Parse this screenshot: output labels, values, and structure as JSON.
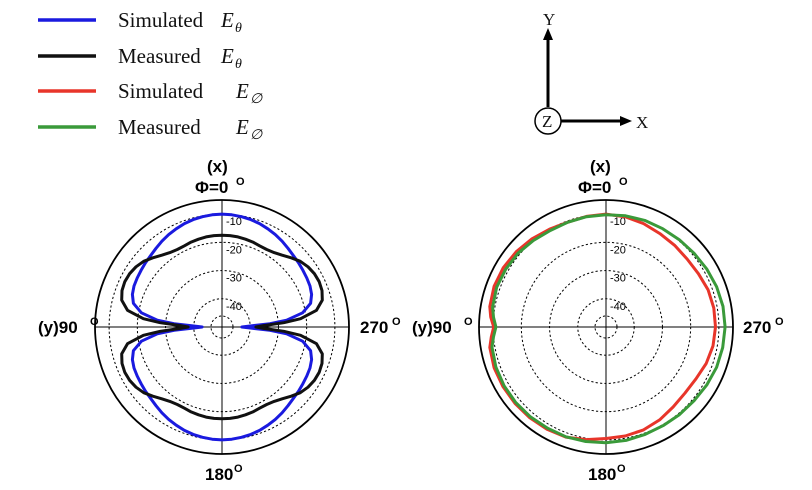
{
  "legend": [
    {
      "label": "Simulated",
      "symbol": "E",
      "subscript": "θ",
      "color": "#1a1adf"
    },
    {
      "label": "Measured",
      "symbol": "E",
      "subscript": "θ",
      "color": "#111111"
    },
    {
      "label": "Simulated",
      "symbol": "E",
      "subscript": "∅",
      "color": "#e8352a"
    },
    {
      "label": "Measured",
      "symbol": "E",
      "subscript": "∅",
      "color": "#3a9a3a"
    }
  ],
  "axes_glyph": {
    "y_label": "Y",
    "x_label": "X",
    "z_label": "Z"
  },
  "chart_data": [
    {
      "type": "polar",
      "top_label": "(x)",
      "top_angle": "Φ=0",
      "left_label": "(y)90",
      "right_label": "270",
      "bottom_label": "180",
      "degree_mark": "O",
      "rings": [
        "-10",
        "-20",
        "-30",
        "-40"
      ],
      "r_range": [
        -50,
        -5
      ],
      "series": [
        {
          "key": "sim_theta",
          "color": "#1a1adf",
          "points": [
            [
              0,
              -10
            ],
            [
              5,
              -10.1
            ],
            [
              10,
              -10.3
            ],
            [
              15,
              -10.6
            ],
            [
              20,
              -11
            ],
            [
              25,
              -11.6
            ],
            [
              30,
              -12.2
            ],
            [
              35,
              -12.9
            ],
            [
              40,
              -13.6
            ],
            [
              45,
              -14.2
            ],
            [
              50,
              -14.6
            ],
            [
              55,
              -15
            ],
            [
              60,
              -15.3
            ],
            [
              65,
              -15.6
            ],
            [
              70,
              -16.2
            ],
            [
              75,
              -17.5
            ],
            [
              80,
              -21
            ],
            [
              84,
              -27
            ],
            [
              86,
              -33
            ],
            [
              88,
              -40
            ],
            [
              90,
              -43
            ],
            [
              92,
              -40
            ],
            [
              94,
              -33
            ],
            [
              96,
              -27
            ],
            [
              100,
              -21
            ],
            [
              105,
              -17.5
            ],
            [
              110,
              -16.2
            ],
            [
              115,
              -15.6
            ],
            [
              120,
              -15.3
            ],
            [
              125,
              -15
            ],
            [
              130,
              -14.6
            ],
            [
              135,
              -14.2
            ],
            [
              140,
              -13.6
            ],
            [
              145,
              -12.9
            ],
            [
              150,
              -12.2
            ],
            [
              155,
              -11.6
            ],
            [
              160,
              -11
            ],
            [
              165,
              -10.6
            ],
            [
              170,
              -10.3
            ],
            [
              175,
              -10.1
            ],
            [
              180,
              -10
            ],
            [
              185,
              -10.1
            ],
            [
              190,
              -10.3
            ],
            [
              195,
              -10.6
            ],
            [
              200,
              -11
            ],
            [
              205,
              -11.6
            ],
            [
              210,
              -12.2
            ],
            [
              215,
              -12.9
            ],
            [
              220,
              -13.6
            ],
            [
              225,
              -14.2
            ],
            [
              230,
              -14.6
            ],
            [
              235,
              -15
            ],
            [
              240,
              -15.3
            ],
            [
              245,
              -15.6
            ],
            [
              250,
              -16.2
            ],
            [
              255,
              -17.5
            ],
            [
              260,
              -21
            ],
            [
              264,
              -27
            ],
            [
              266,
              -33
            ],
            [
              268,
              -40
            ],
            [
              270,
              -43
            ],
            [
              272,
              -40
            ],
            [
              274,
              -33
            ],
            [
              276,
              -27
            ],
            [
              280,
              -21
            ],
            [
              285,
              -17.5
            ],
            [
              290,
              -16.2
            ],
            [
              295,
              -15.6
            ],
            [
              300,
              -15.3
            ],
            [
              305,
              -15
            ],
            [
              310,
              -14.6
            ],
            [
              315,
              -14.2
            ],
            [
              320,
              -13.6
            ],
            [
              325,
              -12.9
            ],
            [
              330,
              -12.2
            ],
            [
              335,
              -11.6
            ],
            [
              340,
              -11
            ],
            [
              345,
              -10.6
            ],
            [
              350,
              -10.3
            ],
            [
              355,
              -10.1
            ],
            [
              360,
              -10
            ]
          ]
        },
        {
          "key": "meas_theta",
          "color": "#111111",
          "points": [
            [
              0,
              -17.5
            ],
            [
              5,
              -17.5
            ],
            [
              10,
              -17.6
            ],
            [
              15,
              -17.8
            ],
            [
              20,
              -18
            ],
            [
              25,
              -18.3
            ],
            [
              30,
              -18.3
            ],
            [
              35,
              -17.8
            ],
            [
              40,
              -16.8
            ],
            [
              45,
              -15.3
            ],
            [
              50,
              -13.8
            ],
            [
              55,
              -12.8
            ],
            [
              60,
              -12.2
            ],
            [
              65,
              -12
            ],
            [
              70,
              -12.3
            ],
            [
              75,
              -13.2
            ],
            [
              80,
              -16
            ],
            [
              84,
              -22
            ],
            [
              86,
              -28
            ],
            [
              88,
              -35
            ],
            [
              90,
              -38
            ],
            [
              92,
              -35
            ],
            [
              94,
              -28
            ],
            [
              96,
              -22
            ],
            [
              100,
              -16
            ],
            [
              105,
              -13.2
            ],
            [
              110,
              -12.3
            ],
            [
              115,
              -12
            ],
            [
              120,
              -12.2
            ],
            [
              125,
              -12.8
            ],
            [
              130,
              -13.8
            ],
            [
              135,
              -15.3
            ],
            [
              140,
              -16.8
            ],
            [
              145,
              -17.8
            ],
            [
              150,
              -18.3
            ],
            [
              155,
              -18.3
            ],
            [
              160,
              -18
            ],
            [
              165,
              -17.8
            ],
            [
              170,
              -17.6
            ],
            [
              175,
              -17.5
            ],
            [
              180,
              -17.5
            ],
            [
              185,
              -17.5
            ],
            [
              190,
              -17.6
            ],
            [
              195,
              -17.8
            ],
            [
              200,
              -18
            ],
            [
              205,
              -18.3
            ],
            [
              210,
              -18.3
            ],
            [
              215,
              -17.8
            ],
            [
              220,
              -16.8
            ],
            [
              225,
              -15.3
            ],
            [
              230,
              -13.8
            ],
            [
              235,
              -12.8
            ],
            [
              240,
              -12.2
            ],
            [
              245,
              -12
            ],
            [
              250,
              -12.3
            ],
            [
              255,
              -13.2
            ],
            [
              260,
              -16
            ],
            [
              264,
              -22
            ],
            [
              266,
              -28
            ],
            [
              268,
              -35
            ],
            [
              270,
              -38
            ],
            [
              272,
              -35
            ],
            [
              274,
              -28
            ],
            [
              276,
              -22
            ],
            [
              280,
              -16
            ],
            [
              285,
              -13.2
            ],
            [
              290,
              -12.3
            ],
            [
              295,
              -12
            ],
            [
              300,
              -12.2
            ],
            [
              305,
              -12.8
            ],
            [
              310,
              -13.8
            ],
            [
              315,
              -15.3
            ],
            [
              320,
              -16.8
            ],
            [
              325,
              -17.8
            ],
            [
              330,
              -18.3
            ],
            [
              335,
              -18.3
            ],
            [
              340,
              -18
            ],
            [
              345,
              -17.8
            ],
            [
              350,
              -17.6
            ],
            [
              355,
              -17.5
            ],
            [
              360,
              -17.5
            ]
          ]
        }
      ]
    },
    {
      "type": "polar",
      "top_label": "(x)",
      "top_angle": "Φ=0",
      "left_label": "(y)90",
      "right_label": "270",
      "bottom_label": "180",
      "degree_mark": "O",
      "rings": [
        "-10",
        "-20",
        "-30",
        "-40"
      ],
      "r_range": [
        -50,
        -5
      ],
      "series": [
        {
          "key": "sim_phi",
          "color": "#e8352a",
          "points": [
            [
              0,
              -10
            ],
            [
              10,
              -10.2
            ],
            [
              20,
              -10.5
            ],
            [
              30,
              -10
            ],
            [
              40,
              -9.2
            ],
            [
              50,
              -8.5
            ],
            [
              60,
              -8
            ],
            [
              70,
              -7.8
            ],
            [
              80,
              -8.2
            ],
            [
              85,
              -9
            ],
            [
              90,
              -10.2
            ],
            [
              95,
              -9.2
            ],
            [
              100,
              -8.2
            ],
            [
              110,
              -7.8
            ],
            [
              120,
              -7.8
            ],
            [
              130,
              -7.9
            ],
            [
              140,
              -8
            ],
            [
              150,
              -8.2
            ],
            [
              160,
              -8.5
            ],
            [
              170,
              -9.5
            ],
            [
              180,
              -10.5
            ],
            [
              190,
              -10.8
            ],
            [
              200,
              -11.2
            ],
            [
              210,
              -12
            ],
            [
              220,
              -13
            ],
            [
              230,
              -13.5
            ],
            [
              240,
              -13.2
            ],
            [
              250,
              -12.2
            ],
            [
              260,
              -11.5
            ],
            [
              270,
              -11.2
            ],
            [
              280,
              -11.2
            ],
            [
              290,
              -11.5
            ],
            [
              300,
              -12.2
            ],
            [
              310,
              -12.5
            ],
            [
              320,
              -12.2
            ],
            [
              330,
              -11.8
            ],
            [
              340,
              -11
            ],
            [
              350,
              -10.4
            ],
            [
              360,
              -10
            ]
          ]
        },
        {
          "key": "meas_phi",
          "color": "#3a9a3a",
          "points": [
            [
              0,
              -10.2
            ],
            [
              10,
              -10.3
            ],
            [
              20,
              -10.5
            ],
            [
              30,
              -10.5
            ],
            [
              40,
              -10
            ],
            [
              50,
              -9.3
            ],
            [
              60,
              -9
            ],
            [
              70,
              -8.8
            ],
            [
              80,
              -9.2
            ],
            [
              85,
              -10
            ],
            [
              90,
              -11
            ],
            [
              95,
              -10
            ],
            [
              100,
              -9
            ],
            [
              110,
              -8.5
            ],
            [
              120,
              -8.3
            ],
            [
              130,
              -8.3
            ],
            [
              140,
              -8.4
            ],
            [
              150,
              -8.6
            ],
            [
              160,
              -8.6
            ],
            [
              170,
              -8.8
            ],
            [
              180,
              -9
            ],
            [
              190,
              -9.2
            ],
            [
              200,
              -9.5
            ],
            [
              210,
              -9.6
            ],
            [
              220,
              -9.5
            ],
            [
              230,
              -9.3
            ],
            [
              240,
              -8.8
            ],
            [
              250,
              -8.3
            ],
            [
              260,
              -8
            ],
            [
              270,
              -7.8
            ],
            [
              280,
              -7.9
            ],
            [
              290,
              -8.3
            ],
            [
              300,
              -8.8
            ],
            [
              310,
              -9.3
            ],
            [
              320,
              -9.6
            ],
            [
              330,
              -9.8
            ],
            [
              340,
              -9.8
            ],
            [
              350,
              -10
            ],
            [
              360,
              -10.2
            ]
          ]
        }
      ]
    }
  ]
}
